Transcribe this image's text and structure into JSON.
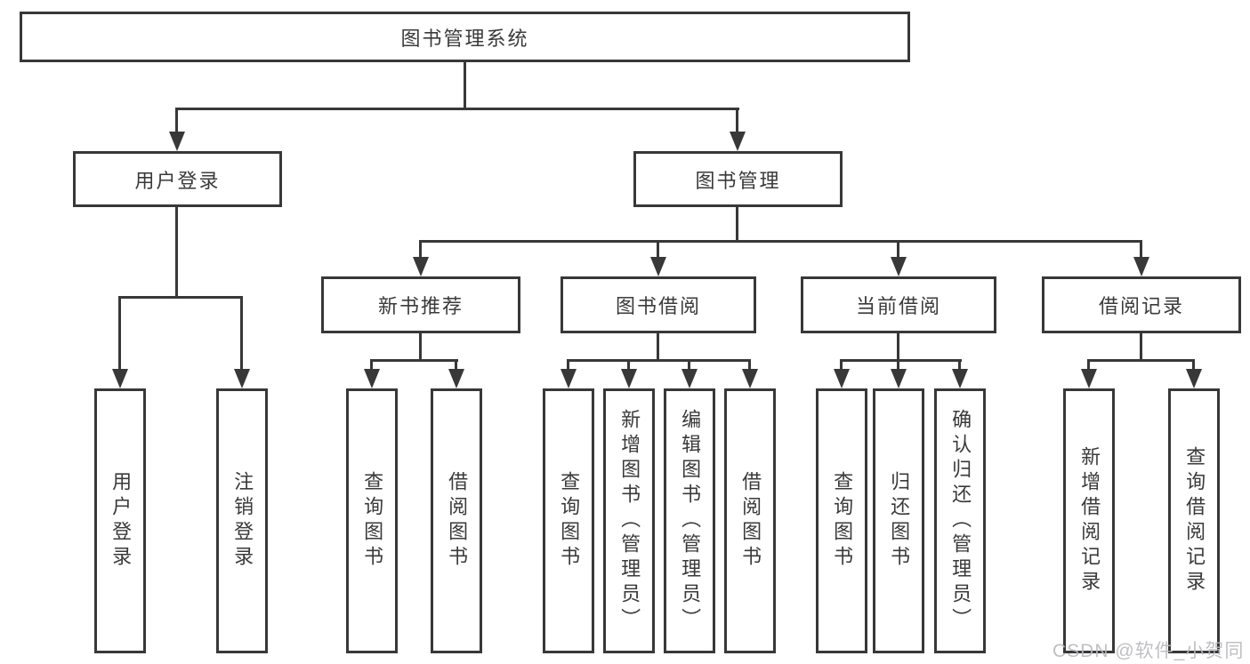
{
  "diagram": {
    "watermark": "CSDN @软件_小贺同学",
    "colors": {
      "line": "#383838",
      "text": "#3a3a3a",
      "background": "#ffffff",
      "watermark": "#b9b9be"
    },
    "nodes": {
      "root": "图书管理系统",
      "user_login": "用户登录",
      "book_mgmt": "图书管理",
      "new_books": "新书推荐",
      "book_borrow": "图书借阅",
      "current_borrow": "当前借阅",
      "borrow_records": "借阅记录",
      "leaf_user_login": "用户登录",
      "leaf_logout": "注销登录",
      "leaf_nb_query_books": "查询图书",
      "leaf_nb_borrow_books": "借阅图书",
      "leaf_bb_query_books": "查询图书",
      "leaf_bb_add_books": "新增图书（管理员）",
      "leaf_bb_edit_books": "编辑图书（管理员）",
      "leaf_bb_borrow_books": "借阅图书",
      "leaf_cb_query_books": "查询图书",
      "leaf_cb_return_books": "归还图书",
      "leaf_cb_confirm_return": "确认归还（管理员）",
      "leaf_br_add_record": "新增借阅记录",
      "leaf_br_query_record": "查询借阅记录"
    }
  }
}
